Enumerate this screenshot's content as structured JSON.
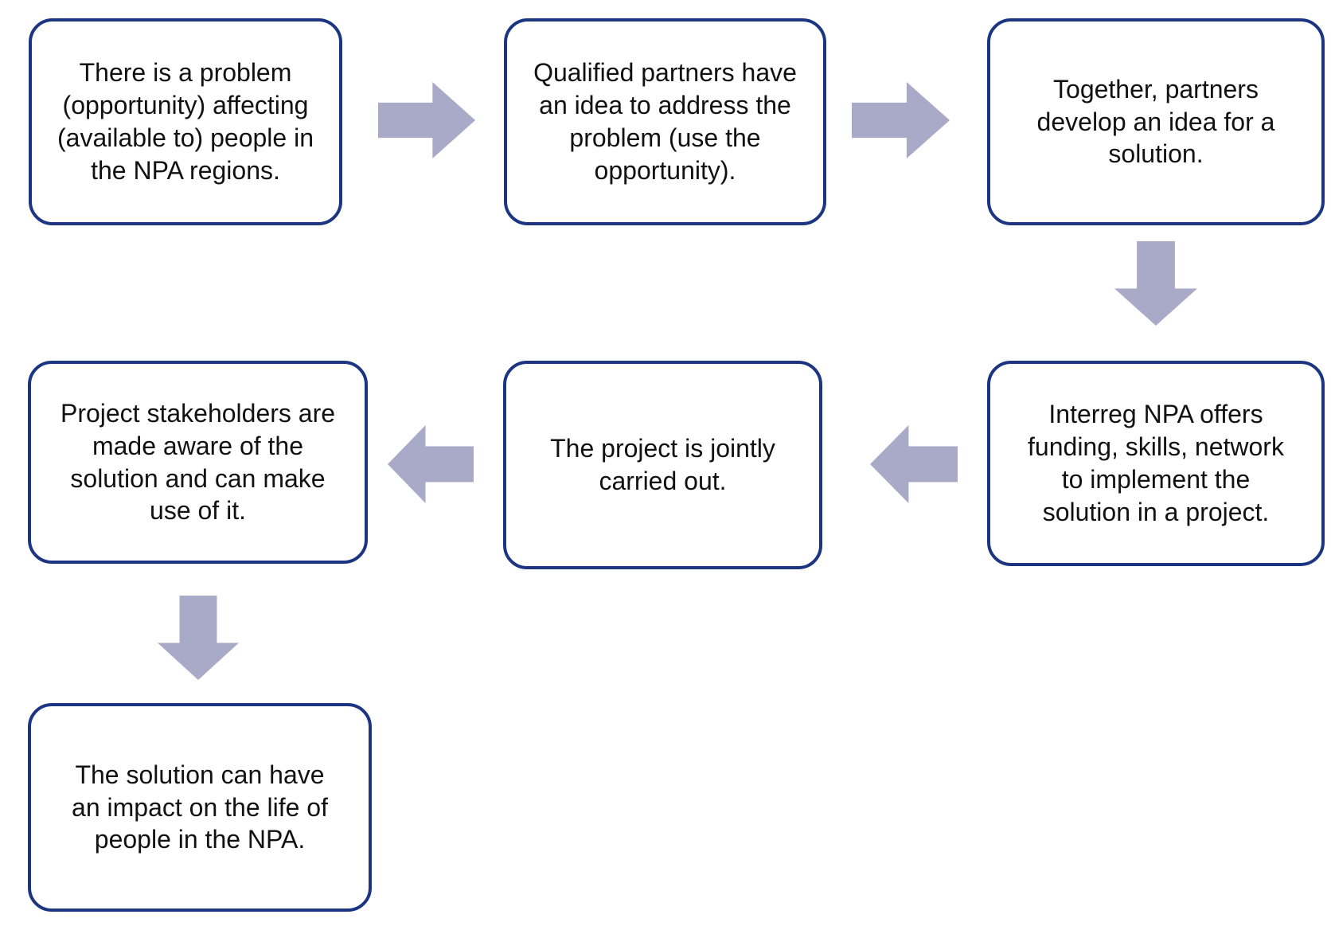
{
  "diagram": {
    "type": "flowchart",
    "colors": {
      "box_border": "#1b3583",
      "box_fill": "#ffffff",
      "arrow": "#a9a9c8",
      "text": "#111111",
      "background": "#ffffff"
    },
    "nodes": [
      {
        "id": "problem",
        "text": "There is a problem\n(opportunity) affecting\n(available to) people in\nthe NPA regions."
      },
      {
        "id": "partner-idea",
        "text": "Qualified partners have\nan idea to address the\nproblem (use the\nopportunity)."
      },
      {
        "id": "develop-solution",
        "text": "Together, partners\ndevelop an idea for a\nsolution."
      },
      {
        "id": "interreg-offer",
        "text": "Interreg NPA offers\nfunding, skills, network\nto implement the\nsolution in a project."
      },
      {
        "id": "project-carried-out",
        "text": "The project is jointly\ncarried out."
      },
      {
        "id": "stakeholders-aware",
        "text": "Project stakeholders are\nmade aware of the\nsolution and can make\nuse of it."
      },
      {
        "id": "impact",
        "text": "The solution can have\nan impact on the life of\npeople in the NPA."
      }
    ],
    "arrows": [
      {
        "from": "problem",
        "to": "partner-idea",
        "direction": "right"
      },
      {
        "from": "partner-idea",
        "to": "develop-solution",
        "direction": "right"
      },
      {
        "from": "develop-solution",
        "to": "interreg-offer",
        "direction": "down"
      },
      {
        "from": "interreg-offer",
        "to": "project-carried-out",
        "direction": "left"
      },
      {
        "from": "project-carried-out",
        "to": "stakeholders-aware",
        "direction": "left"
      },
      {
        "from": "stakeholders-aware",
        "to": "impact",
        "direction": "down"
      }
    ]
  }
}
